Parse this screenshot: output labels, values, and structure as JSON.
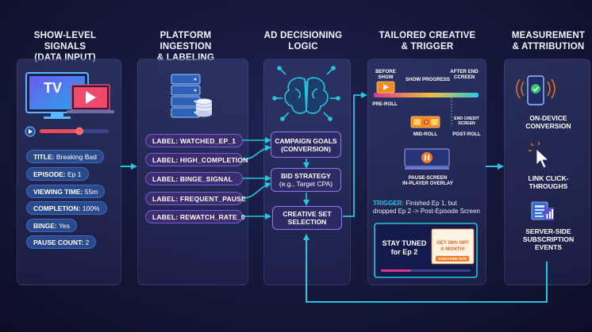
{
  "columns": [
    {
      "title_line1": "SHOW-LEVEL SIGNALS",
      "title_line2": "(DATA INPUT)"
    },
    {
      "title_line1": "PLATFORM INGESTION",
      "title_line2": "& LABELING"
    },
    {
      "title_line1": "AD DECISIONING",
      "title_line2": "LOGIC"
    },
    {
      "title_line1": "TAILORED CREATIVE",
      "title_line2": "& TRIGGER"
    },
    {
      "title_line1": "MEASUREMENT",
      "title_line2": "& ATTRIBUTION"
    }
  ],
  "signals": {
    "tv_text": "TV",
    "items": [
      {
        "key": "TITLE:",
        "value": "Breaking Bad"
      },
      {
        "key": "EPISODE:",
        "value": "Ep 1"
      },
      {
        "key": "VIEWING TIME:",
        "value": "55m"
      },
      {
        "key": "COMPLETION:",
        "value": "100%"
      },
      {
        "key": "BINGE:",
        "value": "Yes"
      },
      {
        "key": "PAUSE COUNT:",
        "value": "2"
      }
    ]
  },
  "labels": [
    "LABEL: WATCHED_EP_1",
    "LABEL: HIGH_COMPLETION",
    "LABEL: BINGE_SIGNAL",
    "LABEL: FREQUENT_PAUSE",
    "LABEL: REWATCH_RATE_0"
  ],
  "decisioning": {
    "campaign_line1": "CAMPAIGN GOALS",
    "campaign_line2": "(CONVERSION)",
    "bid_line1": "BID STRATEGY",
    "bid_line2": "(e.g., Target CPA)",
    "creative_line1": "CREATIVE SET",
    "creative_line2": "SELECTION"
  },
  "creative": {
    "before_show_1": "BEFORE",
    "before_show_2": "SHOW",
    "show_progress": "SHOW PROGRESS",
    "after_end_1": "AFTER END",
    "after_end_2": "CCREEN",
    "pre_roll": "PRE-ROLL",
    "mid_roll": "MID-ROLL",
    "end_credit_1": "END CREDIT",
    "end_credit_2": "SCREEN",
    "post_roll": "POST-ROLL",
    "pause_line1": "PAUSE-SCREEN",
    "pause_line2": "IN-PLAYER OVERLAY",
    "trigger_key": "TRIGGER:",
    "trigger_line1": "Finished Ep 1, but",
    "trigger_line2": "dropped Ep 2 -> Post-Episode Screen",
    "stay_line1": "STAY TUNED",
    "stay_line2": "for Ep 2",
    "offer_line1": "GET 50% OFF",
    "offer_line2": "A MONTH!",
    "offer_button": "SUBSCRIBE NOW"
  },
  "measurement": {
    "item1_line1": "ON-DEVICE",
    "item1_line2": "CONVERSION",
    "item2_line1": "LINK CLICK-",
    "item2_line2": "THROUGHS",
    "item3_line1": "SERVER-SIDE",
    "item3_line2": "SUBSCRIPTION",
    "item3_line3": "EVENTS"
  },
  "colors": {
    "accent_cyan": "#27c6e0",
    "accent_purple": "#8a7af0",
    "ad_orange": "#f08a1e",
    "offer_orange": "#f37a22"
  }
}
